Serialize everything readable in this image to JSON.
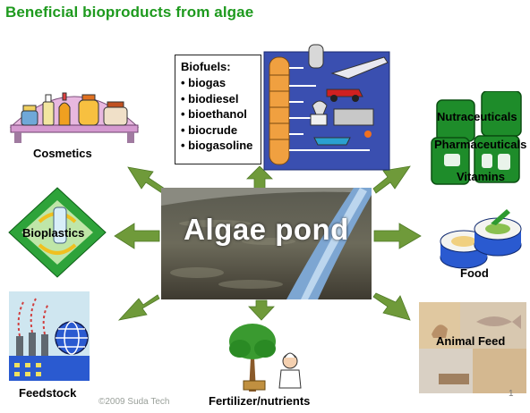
{
  "title": "Beneficial bioproducts from algae",
  "center_label": "Algae pond",
  "biofuels": {
    "heading": "Biofuels:",
    "items": [
      "• biogas",
      "• biodiesel",
      "• bioethanol",
      "• biocrude",
      "• biogasoline"
    ]
  },
  "labels": {
    "cosmetics": "Cosmetics",
    "bioplastics": "Bioplastics",
    "feedstock": "Feedstock",
    "fertilizer": "Fertilizer/nutrients",
    "animal_feed": "Animal Feed",
    "food": "Food",
    "nutraceuticals": "Nutraceuticals",
    "pharmaceuticals": "Pharmaceuticals",
    "vitamins": "Vitamins"
  },
  "footer": {
    "copyright": "©2009 Suda Tech",
    "page": "1"
  },
  "colors": {
    "title": "#1e9a1e",
    "arrow": "#6f9a3a",
    "bioplastics_diamond": "#2ea33a"
  }
}
